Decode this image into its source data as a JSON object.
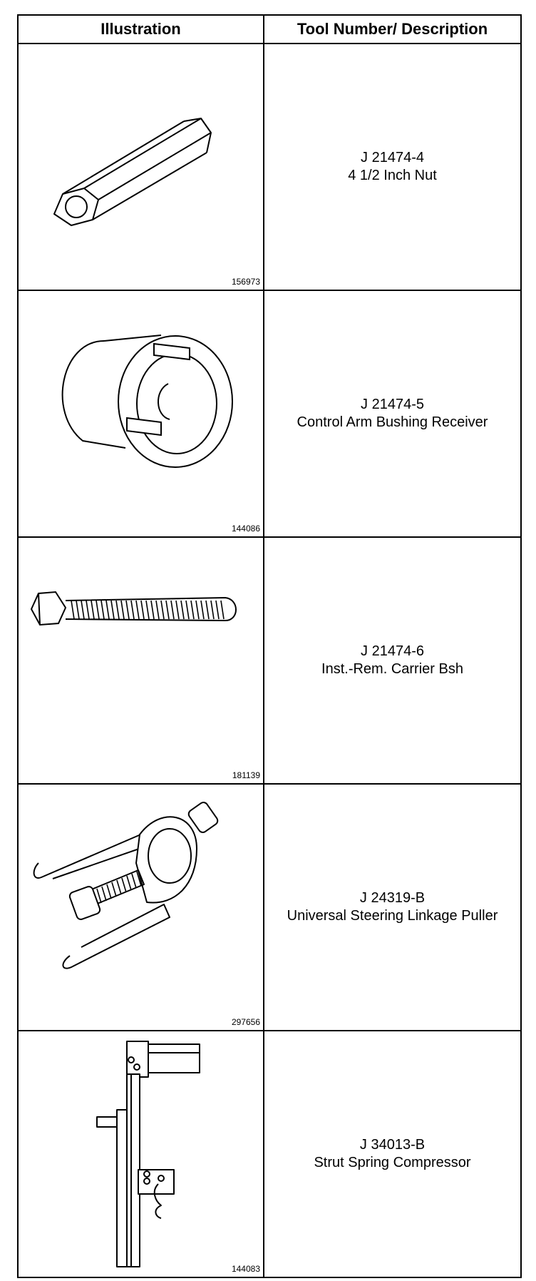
{
  "table": {
    "headers": {
      "illustration": "Illustration",
      "tool": "Tool Number/ Description"
    },
    "rows": [
      {
        "illustration": "hex-nut-icon",
        "figure_number": "156973",
        "tool_number": "J 21474-4",
        "description": "4 1/2 Inch Nut"
      },
      {
        "illustration": "bushing-receiver-icon",
        "figure_number": "144086",
        "tool_number": "J 21474-5",
        "description": "Control Arm Bushing Receiver"
      },
      {
        "illustration": "threaded-bolt-icon",
        "figure_number": "181139",
        "tool_number": "J 21474-6",
        "description": "Inst.-Rem. Carrier Bsh"
      },
      {
        "illustration": "linkage-puller-icon",
        "figure_number": "297656",
        "tool_number": "J 24319-B",
        "description": "Universal Steering Linkage Puller"
      },
      {
        "illustration": "spring-compressor-icon",
        "figure_number": "144083",
        "tool_number": "J 34013-B",
        "description": "Strut Spring Compressor"
      }
    ]
  }
}
